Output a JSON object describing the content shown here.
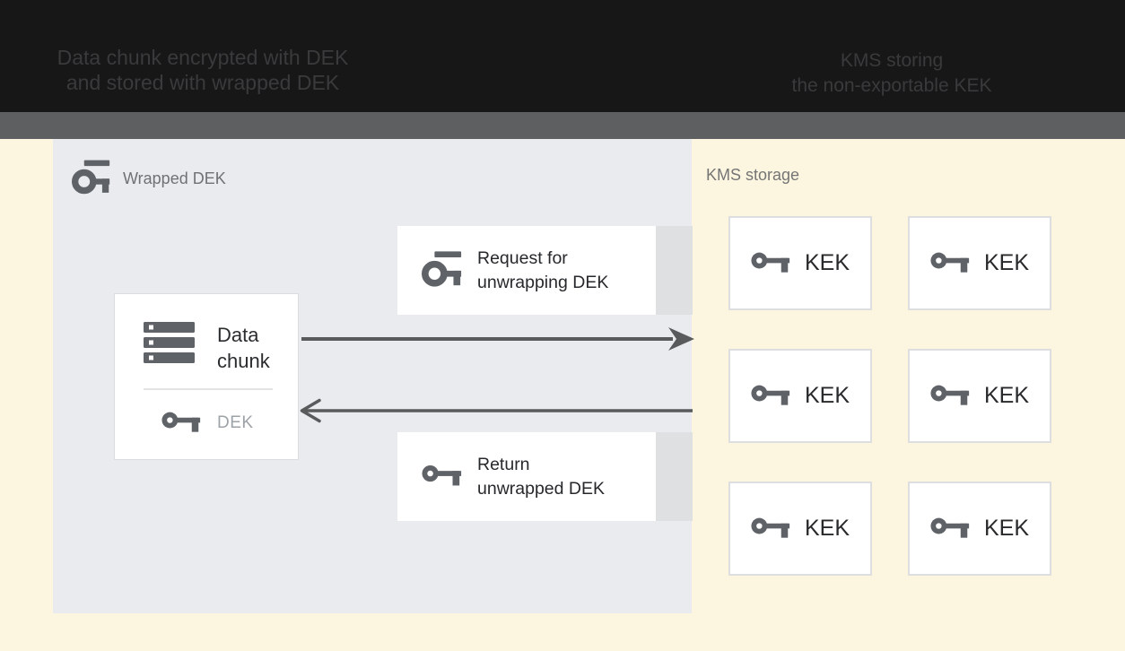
{
  "header": {
    "left_caption": {
      "line1": "Data chunk encrypted with DEK",
      "line2": "and stored with wrapped DEK"
    },
    "right_caption": {
      "line1": "KMS storing",
      "line2": "the non-exportable KEK"
    }
  },
  "wrapped_dek_panel": {
    "label": "Wrapped DEK",
    "data_chunk_box": {
      "title_line1": "Data",
      "title_line2": "chunk",
      "key_label": "DEK"
    },
    "request_box": {
      "line1": "Request for",
      "line2": "unwrapping DEK"
    },
    "return_box": {
      "line1": "Return",
      "line2": "unwrapped DEK"
    }
  },
  "kms_panel": {
    "label": "KMS storage",
    "kek_boxes": [
      {
        "label": "KEK"
      },
      {
        "label": "KEK"
      },
      {
        "label": "KEK"
      },
      {
        "label": "KEK"
      },
      {
        "label": "KEK"
      },
      {
        "label": "KEK"
      }
    ]
  },
  "icons": {
    "wrapped_key": "wrapped-key-icon",
    "key": "key-icon",
    "data_chunk": "storage-stack-icon"
  },
  "colors": {
    "background": "#FCF6E1",
    "panel": "#E9EBEE",
    "header": "#171717",
    "header_text": "#3A3A3C",
    "divider_bar": "#5E5F61",
    "icon_gray": "#5F6368",
    "text_dark": "#26282B",
    "text_muted": "#757575",
    "dek_label": "#9EA3A8",
    "arrow": "#595A5C",
    "box_border": "#DCDEE0",
    "side_tab": "#DFE0E2"
  }
}
